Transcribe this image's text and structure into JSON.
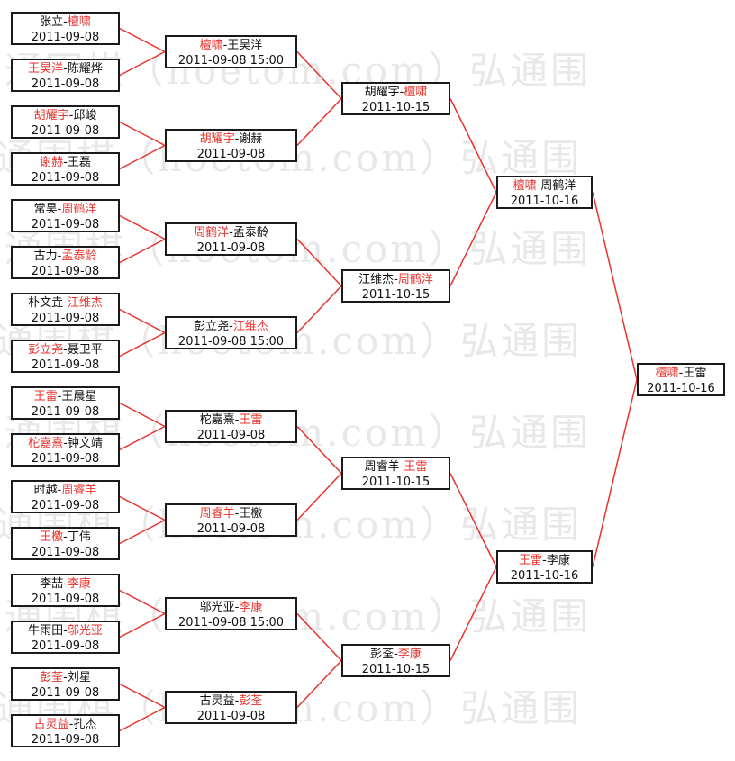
{
  "watermark": "弘通围棋（hoetom.com）弘通围",
  "rounds": [
    [
      {
        "p1": "张立",
        "p2": "檀啸",
        "winner": 2,
        "date": "2011-09-08"
      },
      {
        "p1": "王昊洋",
        "p2": "陈耀烨",
        "winner": 1,
        "date": "2011-09-08"
      },
      {
        "p1": "胡耀宇",
        "p2": "邱峻",
        "winner": 1,
        "date": "2011-09-08"
      },
      {
        "p1": "谢赫",
        "p2": "王磊",
        "winner": 1,
        "date": "2011-09-08"
      },
      {
        "p1": "常昊",
        "p2": "周鹤洋",
        "winner": 2,
        "date": "2011-09-08"
      },
      {
        "p1": "古力",
        "p2": "孟泰龄",
        "winner": 2,
        "date": "2011-09-08"
      },
      {
        "p1": "朴文垚",
        "p2": "江维杰",
        "winner": 2,
        "date": "2011-09-08"
      },
      {
        "p1": "彭立尧",
        "p2": "聂卫平",
        "winner": 1,
        "date": "2011-09-08"
      },
      {
        "p1": "王雷",
        "p2": "王晨星",
        "winner": 1,
        "date": "2011-09-08"
      },
      {
        "p1": "柁嘉熹",
        "p2": "钟文靖",
        "winner": 1,
        "date": "2011-09-08"
      },
      {
        "p1": "时越",
        "p2": "周睿羊",
        "winner": 2,
        "date": "2011-09-08"
      },
      {
        "p1": "王檄",
        "p2": "丁伟",
        "winner": 1,
        "date": "2011-09-08"
      },
      {
        "p1": "李喆",
        "p2": "李康",
        "winner": 2,
        "date": "2011-09-08"
      },
      {
        "p1": "牛雨田",
        "p2": "邬光亚",
        "winner": 2,
        "date": "2011-09-08"
      },
      {
        "p1": "彭荃",
        "p2": "刘星",
        "winner": 1,
        "date": "2011-09-08"
      },
      {
        "p1": "古灵益",
        "p2": "孔杰",
        "winner": 1,
        "date": "2011-09-08"
      }
    ],
    [
      {
        "p1": "檀啸",
        "p2": "王昊洋",
        "winner": 1,
        "date": "2011-09-08 15:00"
      },
      {
        "p1": "胡耀宇",
        "p2": "谢赫",
        "winner": 1,
        "date": "2011-09-08"
      },
      {
        "p1": "周鹤洋",
        "p2": "孟泰龄",
        "winner": 1,
        "date": "2011-09-08"
      },
      {
        "p1": "彭立尧",
        "p2": "江维杰",
        "winner": 2,
        "date": "2011-09-08 15:00"
      },
      {
        "p1": "柁嘉熹",
        "p2": "王雷",
        "winner": 2,
        "date": "2011-09-08"
      },
      {
        "p1": "周睿羊",
        "p2": "王檄",
        "winner": 1,
        "date": "2011-09-08"
      },
      {
        "p1": "邬光亚",
        "p2": "李康",
        "winner": 2,
        "date": "2011-09-08 15:00"
      },
      {
        "p1": "古灵益",
        "p2": "彭荃",
        "winner": 2,
        "date": "2011-09-08"
      }
    ],
    [
      {
        "p1": "胡耀宇",
        "p2": "檀啸",
        "winner": 2,
        "date": "2011-10-15"
      },
      {
        "p1": "江维杰",
        "p2": "周鹤洋",
        "winner": 2,
        "date": "2011-10-15"
      },
      {
        "p1": "周睿羊",
        "p2": "王雷",
        "winner": 2,
        "date": "2011-10-15"
      },
      {
        "p1": "彭荃",
        "p2": "李康",
        "winner": 2,
        "date": "2011-10-15"
      }
    ],
    [
      {
        "p1": "檀啸",
        "p2": "周鹤洋",
        "winner": 1,
        "date": "2011-10-16"
      },
      {
        "p1": "王雷",
        "p2": "李康",
        "winner": 1,
        "date": "2011-10-16"
      }
    ],
    [
      {
        "p1": "檀啸",
        "p2": "王雷",
        "winner": 1,
        "date": "2011-10-16"
      }
    ]
  ],
  "colors": {
    "winner": "#e8322d",
    "line": "#e8322d",
    "border": "#1a1a1a",
    "text": "#111111",
    "watermark": "#e8e8e8"
  }
}
